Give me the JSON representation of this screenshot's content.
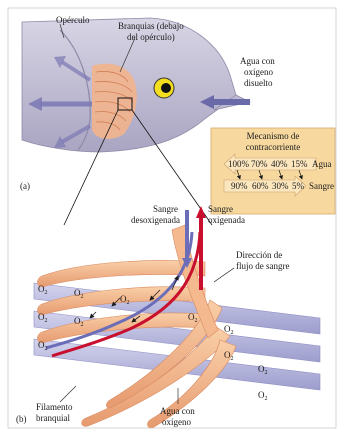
{
  "labels": {
    "operculo": "Opérculo",
    "branquias_1": "Branquias (debajo",
    "branquias_2": "del opérculo)",
    "agua_1": "Agua con",
    "agua_2": "oxígeno",
    "agua_3": "disuelto",
    "part_a": "(a)",
    "part_b": "(b)",
    "sangre_desox_1": "Sangre",
    "sangre_desox_2": "desoxigenada",
    "sangre_ox_1": "Sangre",
    "sangre_ox_2": "oxigenada",
    "direccion_1": "Dirección de",
    "direccion_2": "flujo de sangre",
    "filamento_1": "Filamento",
    "filamento_2": "branquial",
    "agua_ox_1": "Agua con",
    "agua_ox_2": "oxígeno",
    "o2": "O"
  },
  "countercurrent": {
    "title_1": "Mecanismo de",
    "title_2": "contracorriente",
    "water_label": "Agua",
    "blood_label": "Sangre",
    "water_values": [
      "100%",
      "70%",
      "40%",
      "15%"
    ],
    "blood_values": [
      "90%",
      "60%",
      "30%",
      "5%"
    ]
  },
  "colors": {
    "box_bg": "#f7d9a0",
    "box_border": "#d9a96a",
    "fish_body": "#c7c3d6",
    "gill_pink": "#f2b48c",
    "filament": "#f4b98e",
    "water_channel": "#b8b9dc",
    "blood_red": "#c8102e",
    "blood_blue": "#6c6db8"
  }
}
